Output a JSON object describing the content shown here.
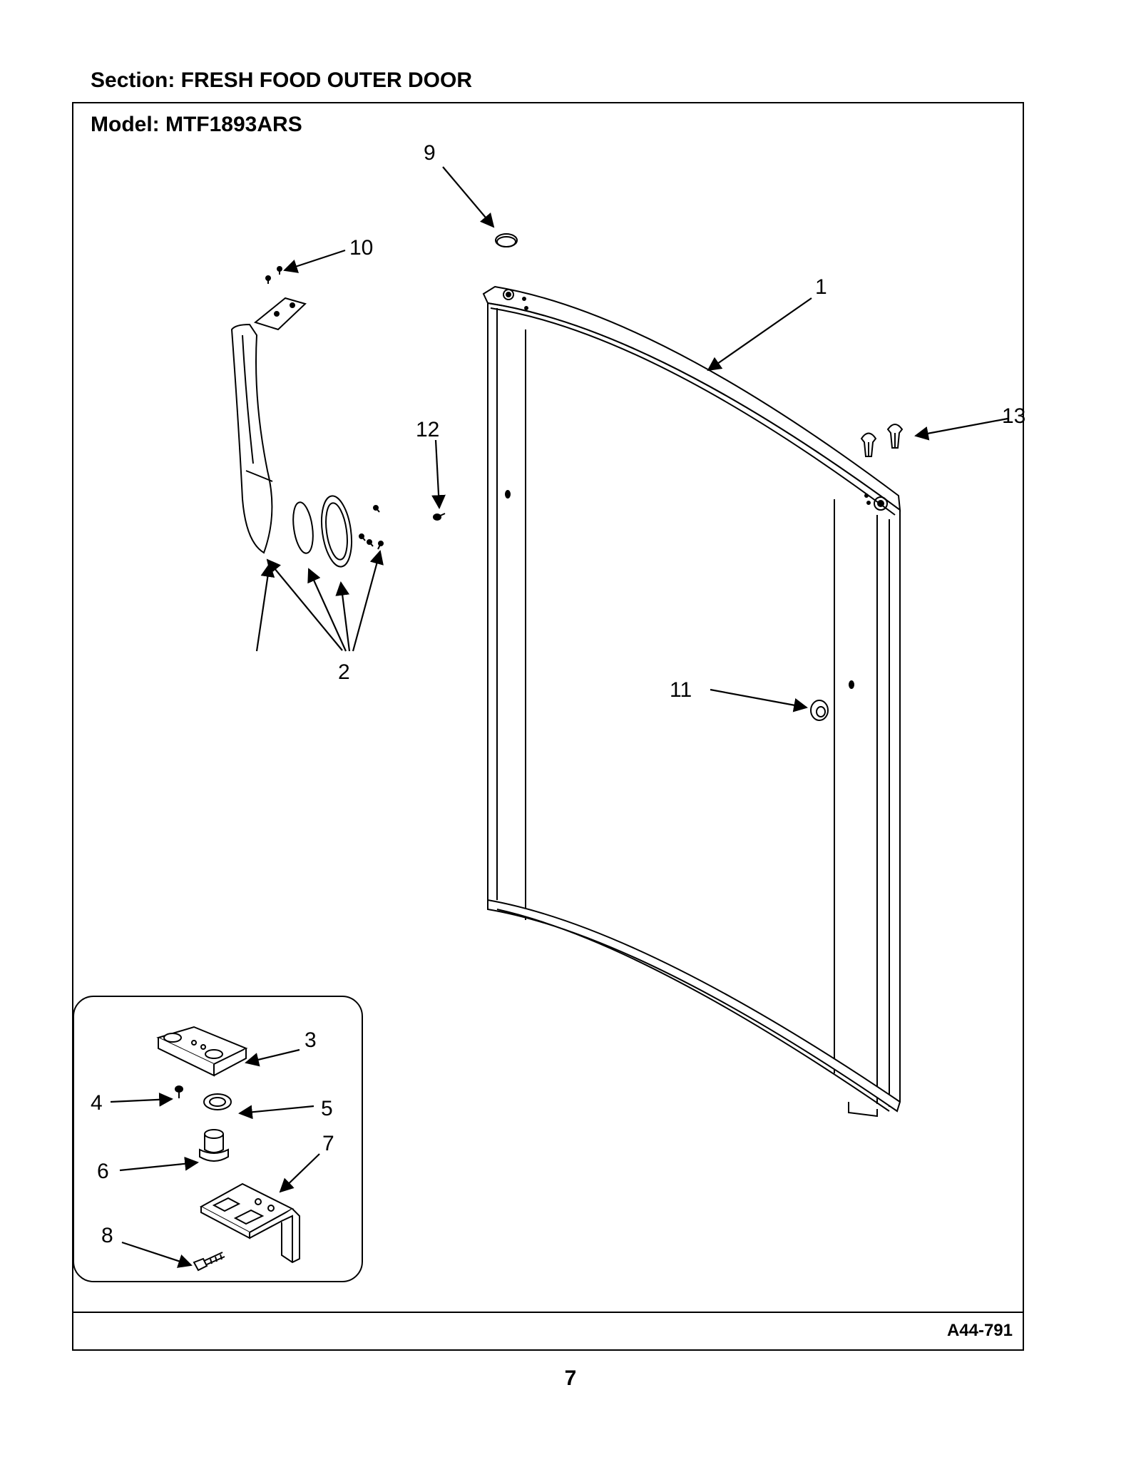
{
  "section_title": "Section:  FRESH FOOD OUTER DOOR",
  "model_title": "Model:  MTF1893ARS",
  "callouts": {
    "c1": "1",
    "c2": "2",
    "c3": "3",
    "c4": "4",
    "c5": "5",
    "c6": "6",
    "c7": "7",
    "c8": "8",
    "c9": "9",
    "c10": "10",
    "c11": "11",
    "c12": "12",
    "c13": "13"
  },
  "reference_code": "A44-791",
  "page_number": "7"
}
